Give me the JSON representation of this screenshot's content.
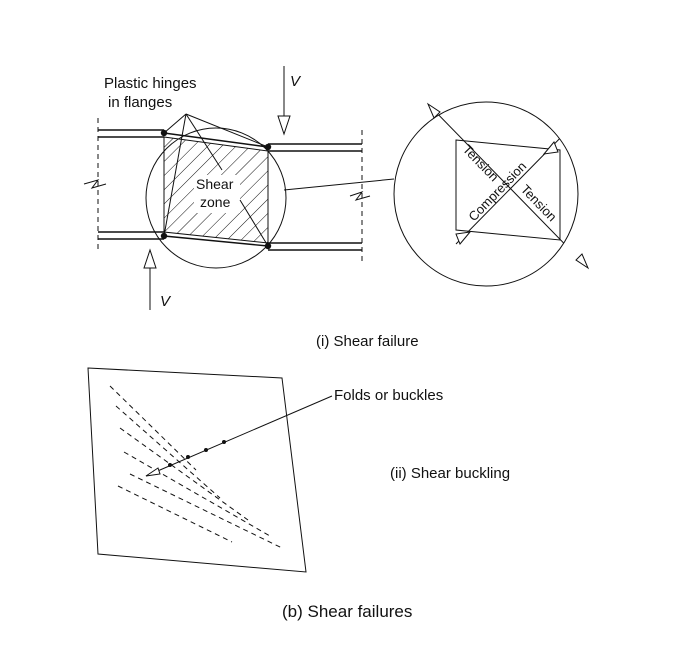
{
  "labels": {
    "plastic_hinges_line1": "Plastic hinges",
    "plastic_hinges_line2": "in flanges",
    "force_top": "V",
    "force_bottom": "V",
    "shear_zone_line1": "Shear",
    "shear_zone_line2": "zone",
    "tension_1": "Tension",
    "tension_2": "Tension",
    "compression": "Compression",
    "caption_i": "(i) Shear failure",
    "folds_or_buckles": "Folds or buckles",
    "caption_ii": "(ii) Shear buckling",
    "caption_b": "(b) Shear failures"
  }
}
